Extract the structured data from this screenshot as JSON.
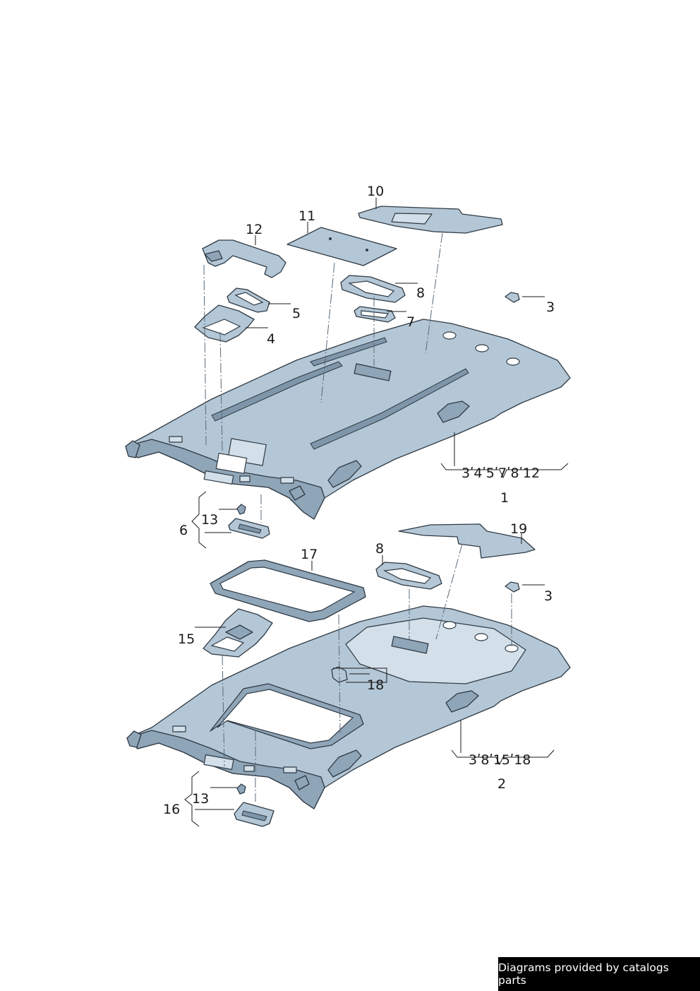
{
  "callouts": {
    "c10": "10",
    "c11": "11",
    "c12": "12",
    "c8a": "8",
    "c5": "5",
    "c3a": "3",
    "c7": "7",
    "c4": "4",
    "c_group1": "3ʹ4ʹ5ʹ7ʹ8ʹ12",
    "c1": "1",
    "c13a": "13",
    "c6": "6",
    "c19": "19",
    "c8b": "8",
    "c17": "17",
    "c3b": "3",
    "c15": "15",
    "c18": "18",
    "c_group2": "3ʹ8ʹ15ʹ18",
    "c2": "2",
    "c13b": "13",
    "c16": "16"
  },
  "footer": {
    "credit": "Diagrams provided by catalogs parts"
  }
}
